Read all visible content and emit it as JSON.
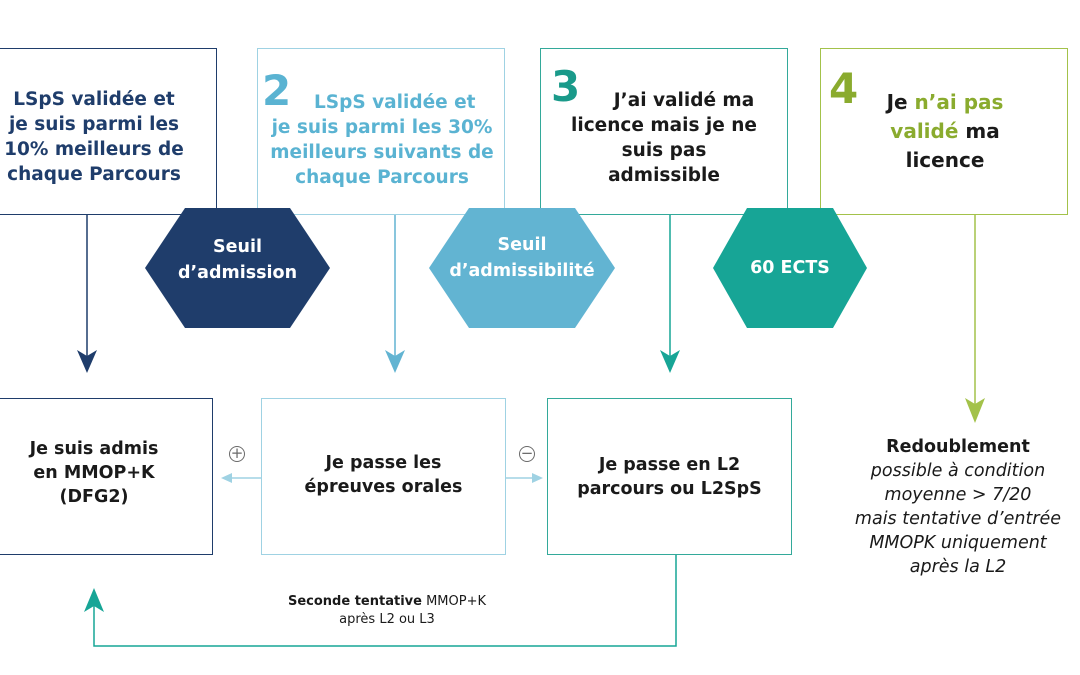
{
  "steps": [
    {
      "number": "",
      "lines": [
        "LSpS validée et",
        "je suis parmi les",
        "10% meilleurs de",
        "chaque Parcours"
      ]
    },
    {
      "number": "2",
      "lines": [
        "LSpS validée et",
        "je suis parmi les 30%",
        "meilleurs suivants de",
        "chaque Parcours"
      ]
    },
    {
      "number": "3",
      "lines": [
        "J’ai validé ma",
        "licence mais je ne",
        "suis pas",
        "admissible"
      ]
    },
    {
      "number": "4",
      "line1_a": "Je ",
      "line1_b": "n’ai pas",
      "line2_a": "validé",
      "line2_b": " ma",
      "line3": "licence"
    }
  ],
  "thresholds": [
    {
      "lines": [
        "Seuil",
        "d’admission"
      ],
      "color": "#1f3d6b"
    },
    {
      "lines": [
        "Seuil",
        "d’admissibilité"
      ],
      "color": "#62b4d2"
    },
    {
      "lines": [
        "60 ECTS"
      ],
      "color": "#17a596"
    }
  ],
  "outcomes": [
    {
      "lines": [
        "Je suis admis",
        "en  MMOP+K",
        "(DFG2)"
      ]
    },
    {
      "lines": [
        "Je passe les",
        "épreuves orales"
      ]
    },
    {
      "lines": [
        "Je passe en L2",
        "parcours ou L2SpS"
      ]
    }
  ],
  "redoublement": {
    "title": "Redoublement",
    "lines": [
      "possible à condition",
      "moyenne > 7/20",
      "mais tentative d’entrée",
      "MMOPK uniquement",
      "après la L2"
    ]
  },
  "seconde": {
    "bold": "Seconde tentative",
    "rest": " MMOP+K",
    "line2": "après L2 ou L3"
  },
  "symbols": {
    "plus": "+",
    "minus": "−"
  },
  "colors": {
    "navy": "#1f3d6b",
    "light_blue": "#62b4d2",
    "teal": "#17a596",
    "green": "#8aab2e"
  }
}
